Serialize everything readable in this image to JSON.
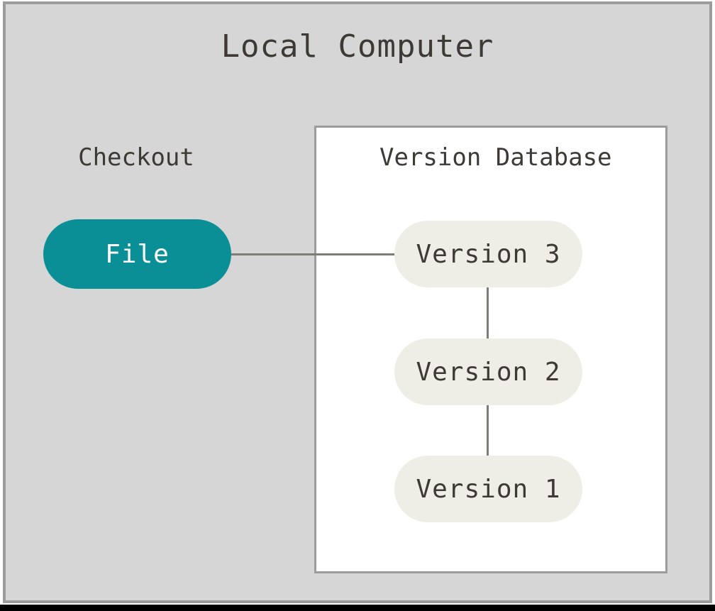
{
  "diagram": {
    "title": "Local Computer",
    "frame_background": "#d6d6d6",
    "frame_border_color": "#9c9c9c"
  },
  "checkout": {
    "label": "Checkout",
    "file_node": {
      "label": "File",
      "fill": "#0a8f97",
      "text_color": "#ffffff"
    }
  },
  "version_database": {
    "label": "Version Database",
    "panel_fill": "#ffffff",
    "panel_border": "#9c9c9c",
    "node_fill": "#efeee6",
    "node_text_color": "#3d3935",
    "versions": [
      {
        "label": "Version 3"
      },
      {
        "label": "Version 2"
      },
      {
        "label": "Version 1"
      }
    ]
  },
  "connectors": {
    "color": "#7f7b76",
    "file_to_version3": "File — Version 3",
    "version3_to_version2": "Version 3 — Version 2",
    "version2_to_version1": "Version 2 — Version 1"
  }
}
